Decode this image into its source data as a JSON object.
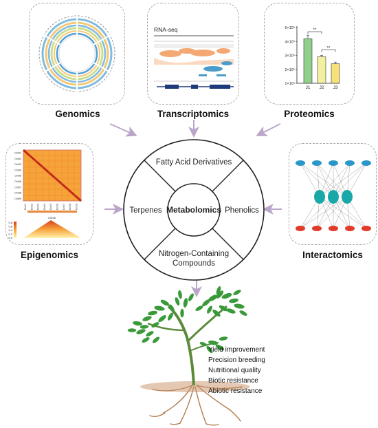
{
  "panels": {
    "genomics": {
      "label": "Genomics"
    },
    "transcriptomics": {
      "label": "Transcriptomics",
      "track_title": "RNA-seq"
    },
    "proteomics": {
      "label": "Proteomics",
      "chart_data": {
        "type": "bar",
        "categories": [
          "J1",
          "J2",
          "J3"
        ],
        "values": [
          4.2,
          2.9,
          2.4
        ],
        "errors": [
          0.25,
          0.1,
          0.12
        ],
        "ytick_labels": [
          "1×10⁵",
          "2×10⁵",
          "3×10⁵",
          "4×10⁵",
          "5×10⁵"
        ],
        "ylim": [
          1,
          5
        ],
        "significance": [
          "**",
          "**"
        ],
        "colors": [
          "#8fd18a",
          "#f2f0a0",
          "#f6e07a"
        ]
      }
    },
    "epigenomics": {
      "label": "Epigenomics",
      "chromosome_labels": [
        "Chr01",
        "Chr02",
        "Chr03",
        "Chr04",
        "Chr05",
        "Chr06",
        "Chr07",
        "Chr08",
        "Chr09"
      ],
      "bottom_title": "Chr06",
      "scale_ticks": [
        "0.8",
        "0.6",
        "0.4",
        "0.2",
        "0.0"
      ]
    },
    "interactomics": {
      "label": "Interactomics"
    }
  },
  "metabolomics": {
    "center": "Metabolomics",
    "top": "Fatty Acid Derivatives",
    "left": "Terpenes",
    "right": "Phenolics",
    "bottom_line1": "Nitrogen-Containing",
    "bottom_line2": "Compounds"
  },
  "applications": [
    "Yield improvement",
    "Precision breeding",
    "Nutritional quality",
    "Biotic resistance",
    "Abiotic resistance"
  ],
  "colors": {
    "arrow": "#b9a6c9",
    "panel_border": "#a9a9a9",
    "leaf": "#3a9a3a",
    "root": "#b07a4a",
    "interact_top": "#2a97c9",
    "interact_mid": "#19a7a7",
    "interact_bottom": "#e23b2b"
  }
}
